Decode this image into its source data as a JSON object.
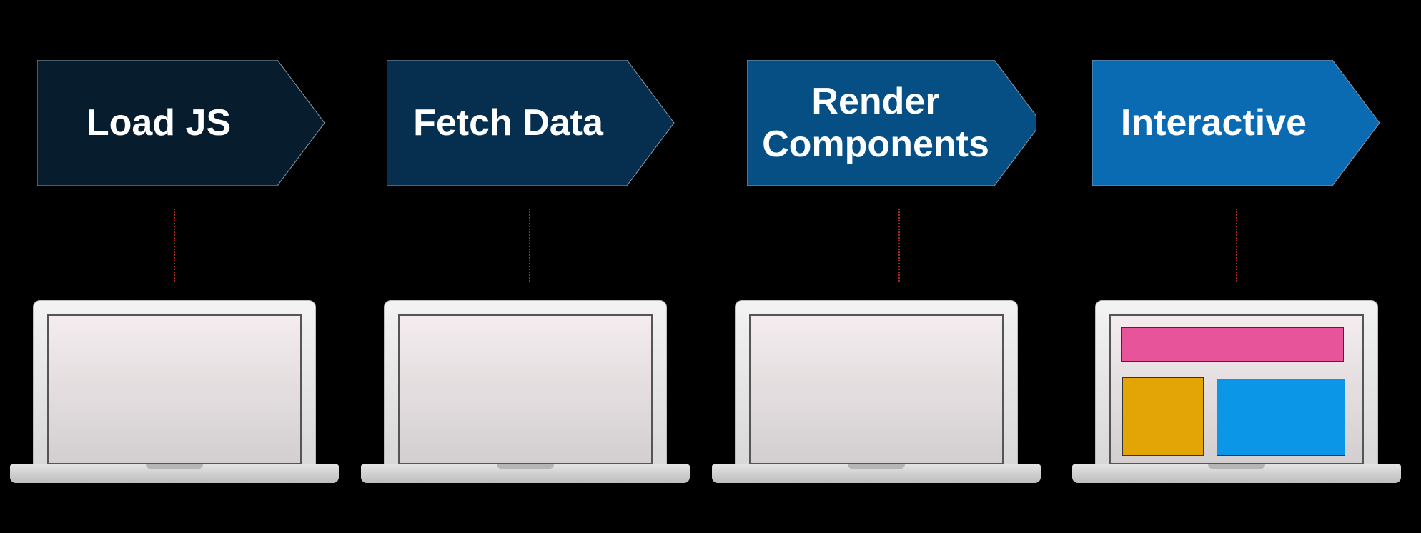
{
  "steps": [
    {
      "label": "Load JS",
      "color": "#071d2e"
    },
    {
      "label": "Fetch Data",
      "color": "#062e4e"
    },
    {
      "label": "Render\nComponents",
      "color": "#054f84"
    },
    {
      "label": "Interactive",
      "color": "#0a6ab2"
    }
  ],
  "connector_color": "#b3261e",
  "interactive_ui_colors": {
    "header": "#e8549a",
    "left_panel": "#e3a406",
    "right_panel": "#0c96e8"
  }
}
